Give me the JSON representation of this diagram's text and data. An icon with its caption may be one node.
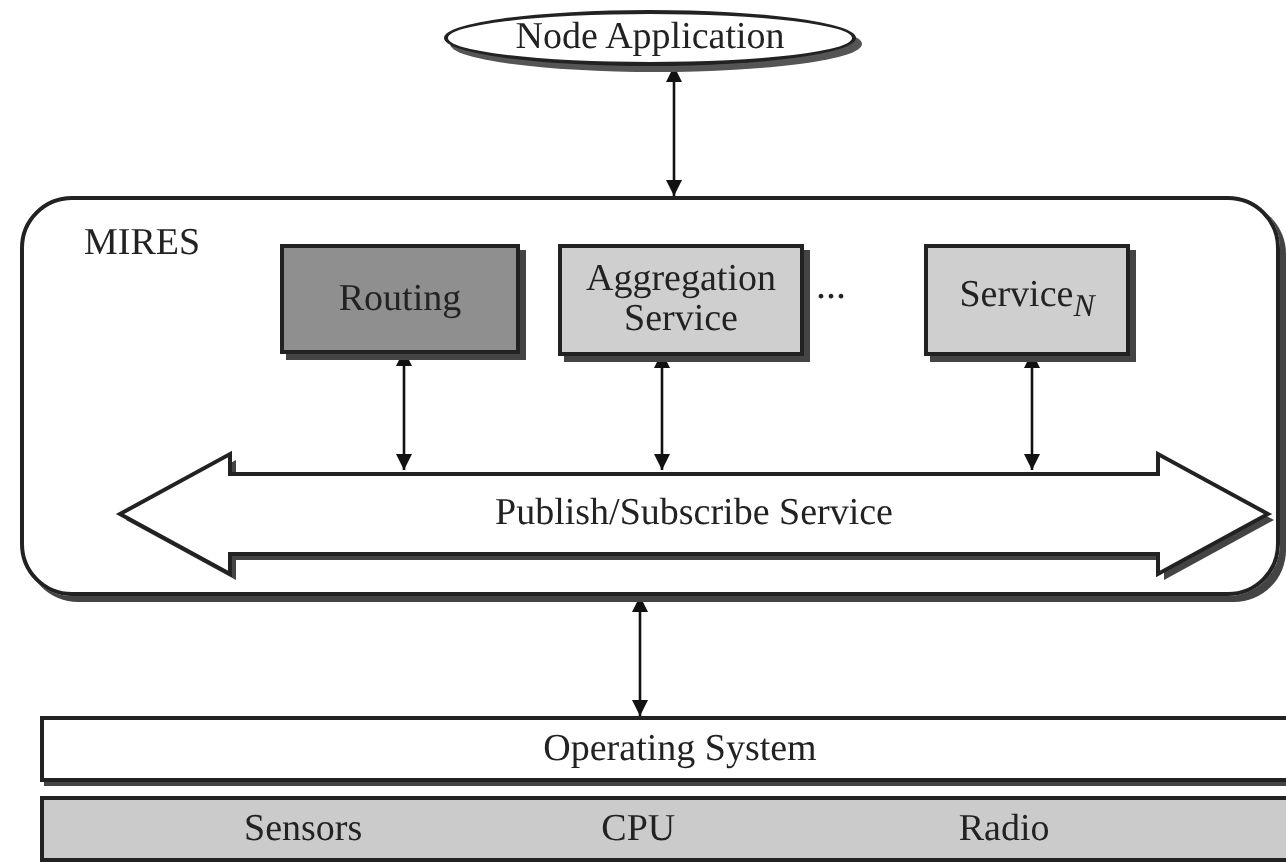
{
  "diagram": {
    "nodes": [
      {
        "text": [
          "Node Application"
        ]
      },
      {
        "text": [
          "MIRES"
        ]
      },
      {
        "text": [
          "Routing"
        ],
        "in": 1
      },
      {
        "text": [
          "Aggregation Service"
        ],
        "in": 1
      },
      {
        "text": [
          "Service$_{N}$"
        ],
        "in": 1
      },
      {
        "text": [
          "Publish/Subscribe Service"
        ],
        "in": 1
      },
      {
        "text": [
          "Operating System"
        ]
      },
      {
        "text": [
          "Sensors",
          "CPU",
          "Radio"
        ]
      }
    ],
    "edges": [
      {
        "from": 0,
        "to": 1,
        "arrow": "both"
      },
      {
        "from": 2,
        "to": 5,
        "arrow": "both"
      },
      {
        "from": 3,
        "to": 5,
        "arrow": "both"
      },
      {
        "from": 4,
        "to": 5,
        "arrow": "both"
      },
      {
        "from": 1,
        "to": 6,
        "arrow": "both"
      }
    ],
    "labels": [
      "..."
    ]
  }
}
